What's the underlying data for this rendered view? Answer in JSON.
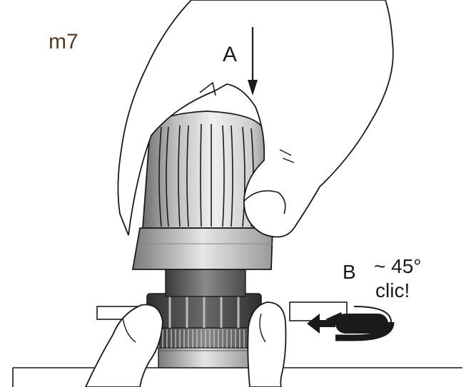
{
  "step_label": "m7",
  "label_a": "A",
  "label_b": "B",
  "angle_label": "~ 45°",
  "clic_label": "clic!",
  "colors": {
    "outline": "#1a1a1a",
    "step_text": "#5b3a22",
    "knob_light": "#d8d8d8",
    "knob_dark": "#6e6e6e",
    "collar": "#4a4a4a",
    "background": "#ffffff"
  },
  "icons": [
    "down-arrow-icon",
    "rotate-arrow-icon"
  ]
}
